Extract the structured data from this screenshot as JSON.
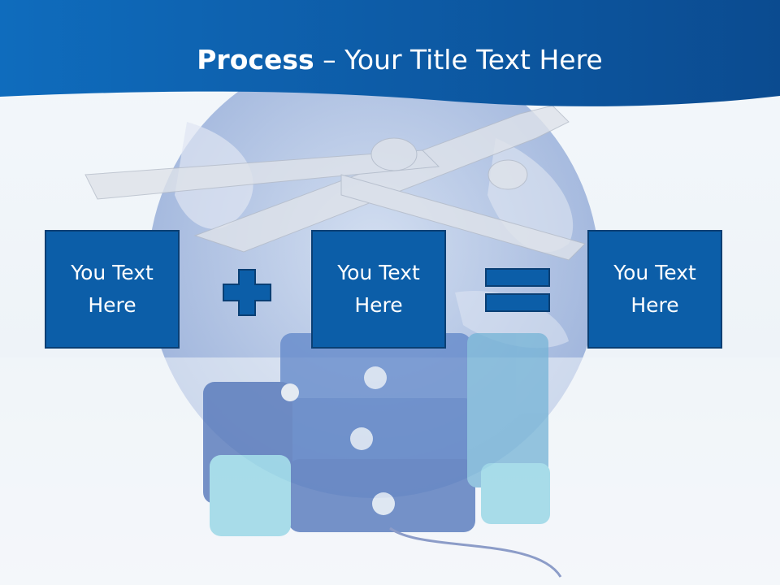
{
  "slide": {
    "title_bold": "Process",
    "title_rest": " – Your Title Text Here",
    "boxes": [
      {
        "label": "You Text Here"
      },
      {
        "label": "You Text Here"
      },
      {
        "label": "You Text Here"
      }
    ],
    "operators": [
      "plus-icon",
      "equals-icon"
    ],
    "colors": {
      "header_blue": "#0e5aa8",
      "box_fill": "#0c5ea8",
      "box_border": "#0a3f74",
      "text": "#ffffff"
    }
  }
}
